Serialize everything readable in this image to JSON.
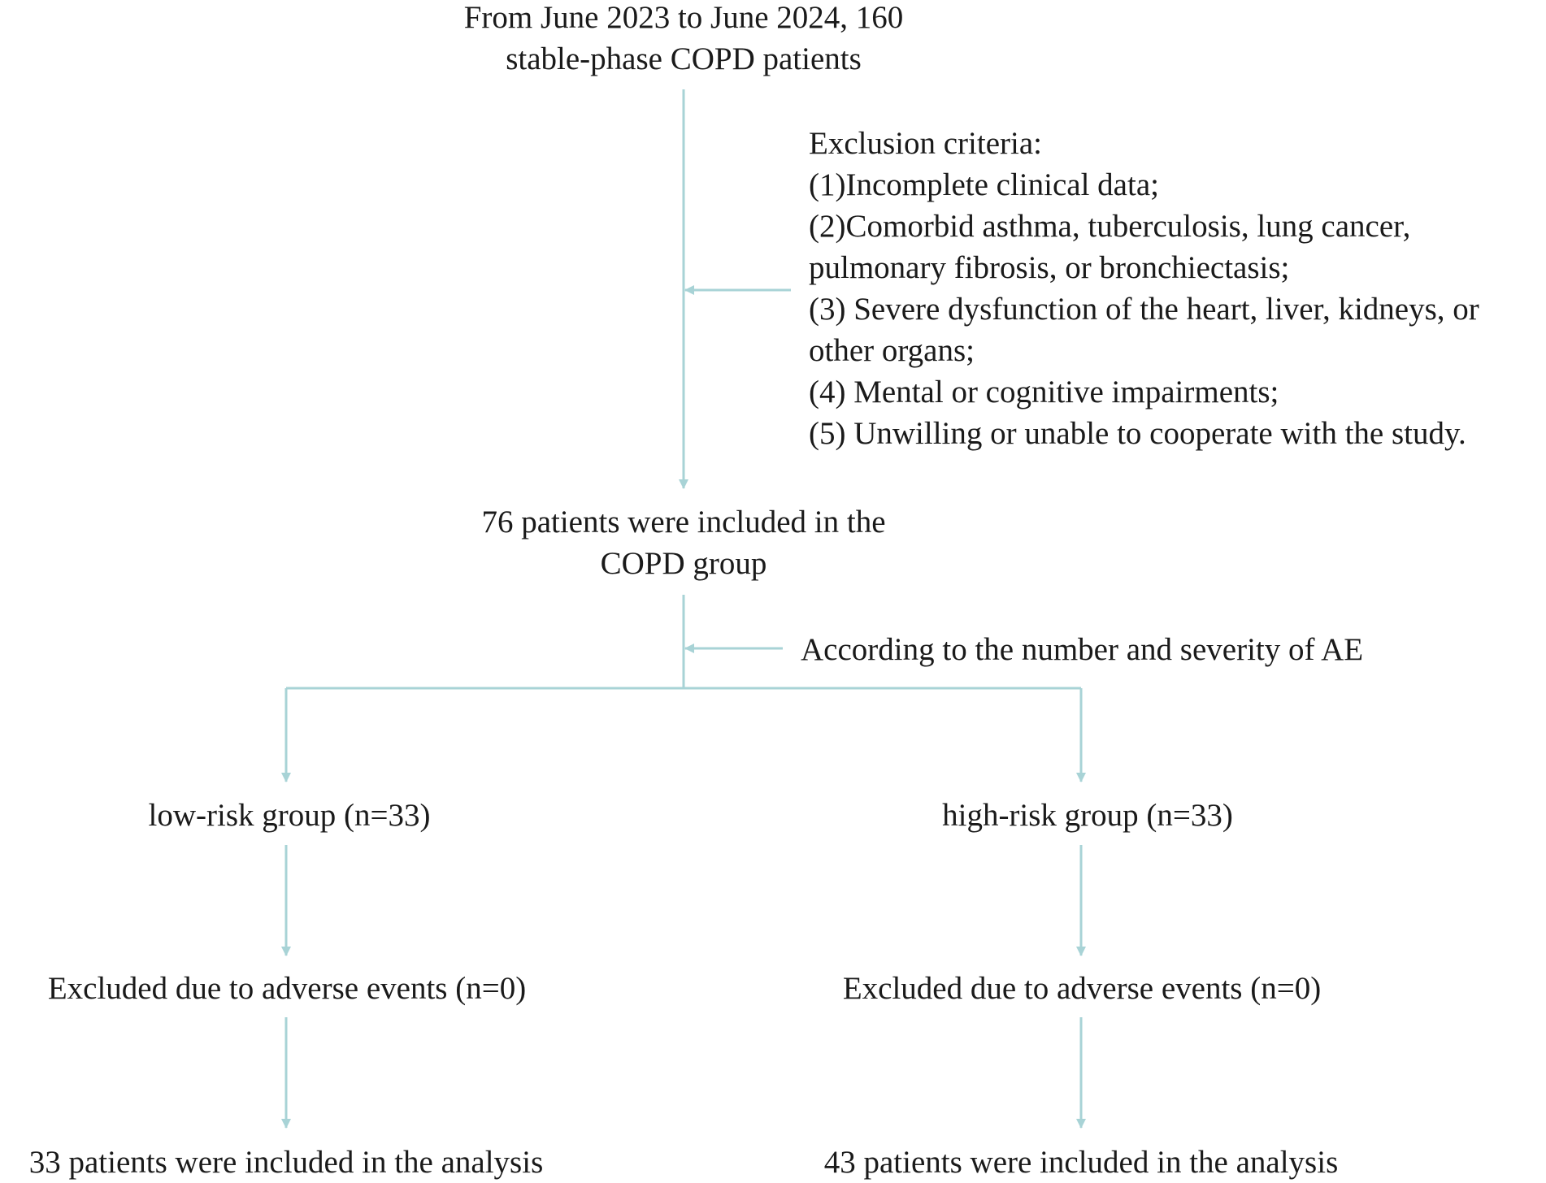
{
  "source_node": {
    "lines": [
      "From June 2023 to June 2024, 160",
      "stable-phase COPD patients"
    ]
  },
  "exclusion_box": {
    "heading": "Exclusion criteria:",
    "lines": [
      "(1)Incomplete clinical data;",
      "(2)Comorbid asthma, tuberculosis, lung cancer,",
      "pulmonary fibrosis, or bronchiectasis;",
      "(3) Severe dysfunction of the heart, liver, kidneys, or",
      "other organs;",
      "(4) Mental or cognitive impairments;",
      "(5) Unwilling or unable to cooperate with the study."
    ]
  },
  "included_node": {
    "lines": [
      "76 patients were included in the",
      "COPD group"
    ]
  },
  "split_criterion": "According to the number and severity of AE",
  "low_risk": {
    "group": "low-risk group (n=33)",
    "excluded": "Excluded due to adverse events (n=0)",
    "analysis": "33 patients were included in the analysis"
  },
  "high_risk": {
    "group": "high-risk group (n=33)",
    "excluded": "Excluded due to adverse events (n=0)",
    "analysis": "43 patients were included in the analysis"
  },
  "colors": {
    "connector": "#a8d3d6",
    "text": "#1a1a1a"
  }
}
